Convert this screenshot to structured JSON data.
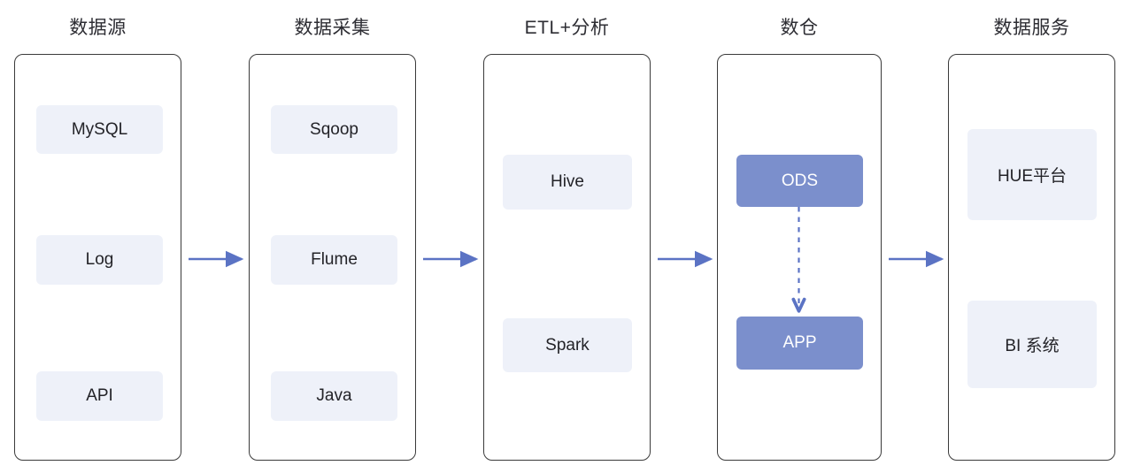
{
  "diagram": {
    "title_row": [
      {
        "label": "数据源"
      },
      {
        "label": "数据采集"
      },
      {
        "label": "ETL+分析"
      },
      {
        "label": "数仓"
      },
      {
        "label": "数据服务"
      }
    ],
    "stages": [
      {
        "id": "data-source",
        "title": "数据源",
        "items": [
          {
            "label": "MySQL",
            "style": "light"
          },
          {
            "label": "Log",
            "style": "light"
          },
          {
            "label": "API",
            "style": "light"
          }
        ]
      },
      {
        "id": "data-collection",
        "title": "数据采集",
        "items": [
          {
            "label": "Sqoop",
            "style": "light"
          },
          {
            "label": "Flume",
            "style": "light"
          },
          {
            "label": "Java",
            "style": "light"
          }
        ]
      },
      {
        "id": "etl-analysis",
        "title": "ETL+分析",
        "items": [
          {
            "label": "Hive",
            "style": "light"
          },
          {
            "label": "Spark",
            "style": "light"
          }
        ]
      },
      {
        "id": "data-warehouse",
        "title": "数仓",
        "items": [
          {
            "label": "ODS",
            "style": "solid"
          },
          {
            "label": "APP",
            "style": "solid"
          }
        ]
      },
      {
        "id": "data-service",
        "title": "数据服务",
        "items": [
          {
            "label": "HUE平台",
            "style": "light"
          },
          {
            "label": "BI 系统",
            "style": "light"
          }
        ]
      }
    ],
    "flow_arrows": [
      {
        "from": "data-source",
        "to": "data-collection",
        "style": "solid"
      },
      {
        "from": "data-collection",
        "to": "etl-analysis",
        "style": "solid"
      },
      {
        "from": "etl-analysis",
        "to": "data-warehouse",
        "style": "solid"
      },
      {
        "from": "data-warehouse",
        "to": "data-service",
        "style": "solid"
      }
    ],
    "internal_arrows": [
      {
        "from": "ODS",
        "to": "APP",
        "style": "dashed",
        "direction": "down"
      }
    ],
    "colors": {
      "arrow": "#5b73c4",
      "chip_light_bg": "#eef1f9",
      "chip_solid_bg": "#7b8fcc",
      "chip_light_text": "#232328",
      "chip_solid_text": "#ffffff",
      "container_border": "#3a3a3a",
      "title_text": "#2d2d33",
      "page_bg": "#ffffff"
    }
  }
}
